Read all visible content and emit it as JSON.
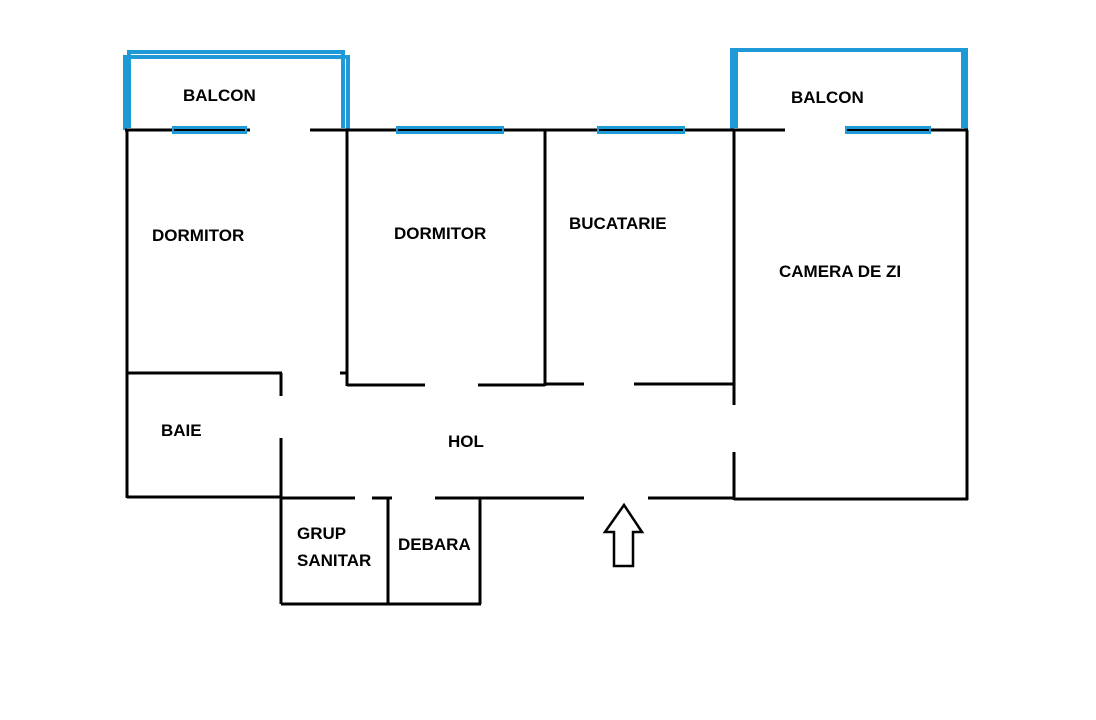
{
  "rooms": {
    "balcon_left": "BALCON",
    "balcon_right": "BALCON",
    "dormitor_1": "DORMITOR",
    "dormitor_2": "DORMITOR",
    "bucatarie": "BUCATARIE",
    "camera_de_zi": "CAMERA DE ZI",
    "baie": "BAIE",
    "hol": "HOL",
    "grup_sanitar_line1": "GRUP",
    "grup_sanitar_line2": "SANITAR",
    "debara": "DEBARA"
  },
  "colors": {
    "walls": "#000000",
    "windows": "#1e9ad6",
    "background": "#ffffff"
  },
  "icons": {
    "entrance": "up-arrow-outline"
  }
}
